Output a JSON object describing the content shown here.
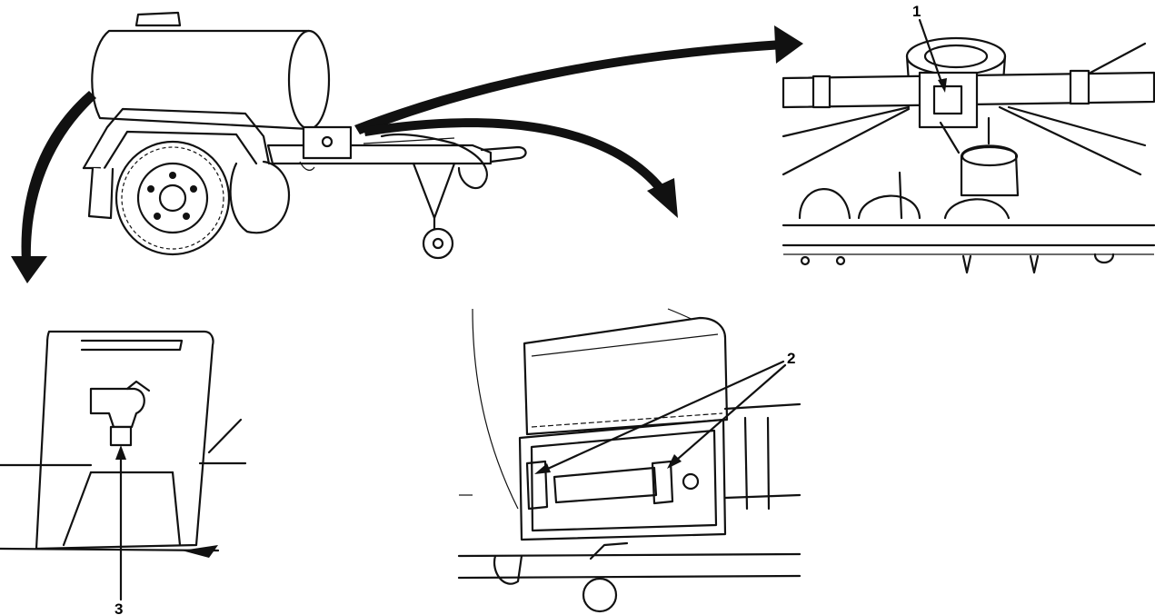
{
  "callouts": {
    "one": "1",
    "two": "2",
    "three": "3"
  },
  "colors": {
    "ink": "#111111",
    "paper": "#ffffff"
  }
}
